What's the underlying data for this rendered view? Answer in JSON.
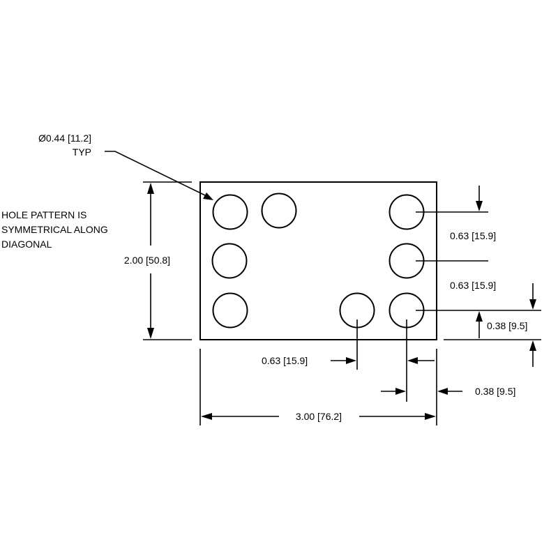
{
  "drawing": {
    "line_color": "#000000",
    "background": "#ffffff",
    "notes": {
      "hole_callout": [
        "Ø0.44 [11.2]",
        "TYP"
      ],
      "pattern_note": [
        "HOLE PATTERN IS",
        "SYMMETRICAL ALONG",
        "DIAGONAL"
      ]
    },
    "dimensions": {
      "height": "2.00 [50.8]",
      "width": "3.00 [76.2]",
      "right_pitch_upper": "0.63 [15.9]",
      "right_pitch_lower": "0.63 [15.9]",
      "right_edge_offset": "0.38 [9.5]",
      "bottom_pitch": "0.63 [15.9]",
      "bottom_edge_offset": "0.38 [9.5]"
    }
  }
}
